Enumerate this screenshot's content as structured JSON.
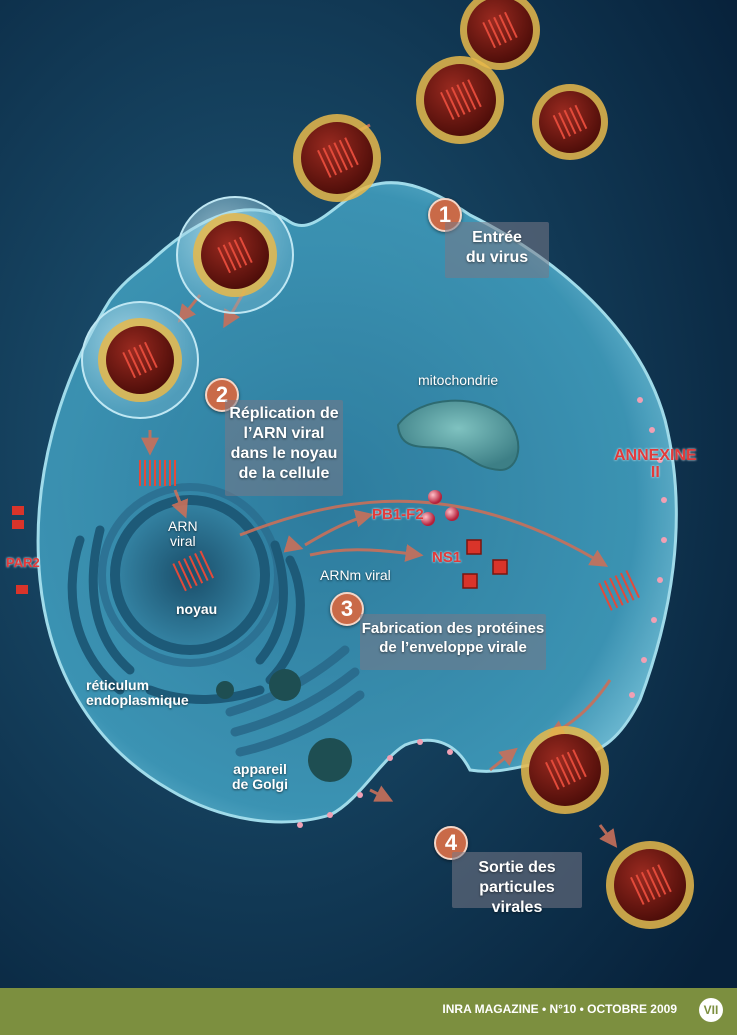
{
  "steps": [
    {
      "number": "1",
      "text": "Entrée\ndu virus"
    },
    {
      "number": "2",
      "text": "Réplication de\nl’ARN viral\ndans le noyau\nde la cellule"
    },
    {
      "number": "3",
      "text": "Fabrication des protéines\nde l’enveloppe virale"
    },
    {
      "number": "4",
      "text": "Sortie des\nparticules virales"
    }
  ],
  "labels": {
    "mitochondrie": "mitochondrie",
    "arn_viral": "ARN\nviral",
    "noyau": "noyau",
    "arnm_viral": "ARNm viral",
    "reticulum": "réticulum\nendoplasmique",
    "golgi": "appareil\nde Golgi",
    "pb1f2": "PB1-F2",
    "ns1": "NS1",
    "annexine": "ANNEXINE\nII",
    "par2": "PAR2"
  },
  "footer": {
    "magazine": "INRA MAGAZINE • N°10 • OCTOBRE 2009",
    "page": "VII"
  },
  "colors": {
    "background": "#0d2c45",
    "cell": "#6fc3d9",
    "virus_core": "#6b1410",
    "virus_rna": "#e24a3a",
    "arrow": "#c9705a",
    "step_circle": "#c96a48",
    "footer": "#7c8f3f",
    "label_red": "#e23a3a"
  }
}
